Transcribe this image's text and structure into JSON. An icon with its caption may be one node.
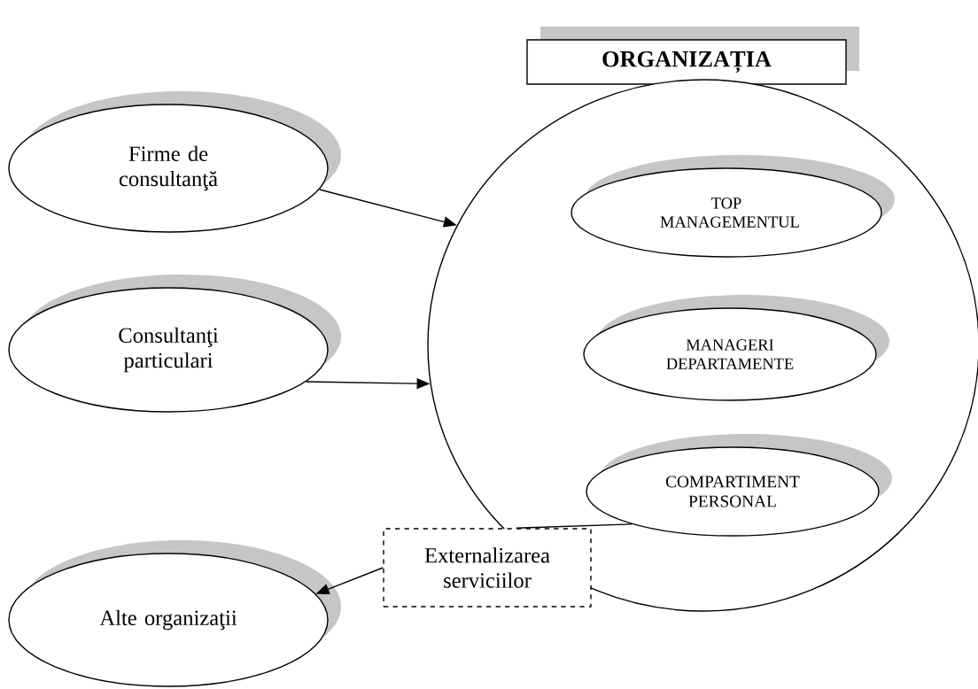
{
  "diagram": {
    "nodes": [
      {
        "text": [
          "ORGANIZAȚIA"
        ]
      },
      {
        "text": [],
        "shape": "circle"
      },
      {
        "text": [
          "TOP MANAGEMENTUL"
        ],
        "in": 1
      },
      {
        "text": [
          "MANAGERI DEPARTAMENTE"
        ],
        "in": 1
      },
      {
        "text": [
          "COMPARTIMENT PERSONAL"
        ],
        "in": 1
      },
      {
        "text": [
          "Firme de consultanţă"
        ]
      },
      {
        "text": [
          "Consultanţi particulari"
        ]
      },
      {
        "text": [
          "Externalizarea serviciilor"
        ]
      },
      {
        "text": [
          "Alte organizaţii"
        ]
      }
    ],
    "edges": [
      {
        "from": 5,
        "to": 1,
        "arrow": "to"
      },
      {
        "from": 6,
        "to": 1,
        "arrow": "to"
      },
      {
        "from": 4,
        "to": 7,
        "arrow": "none"
      },
      {
        "from": 7,
        "to": 8,
        "arrow": "to"
      }
    ]
  }
}
